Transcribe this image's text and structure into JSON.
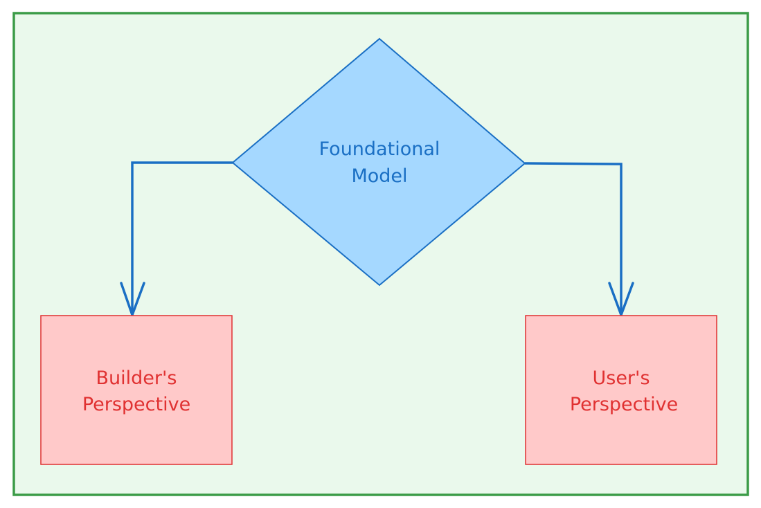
{
  "diagram": {
    "nodes": {
      "foundational_model": {
        "lines": [
          "Foundational",
          "Model"
        ]
      },
      "builder_perspective": {
        "lines": [
          "Builder's",
          "Perspective"
        ]
      },
      "user_perspective": {
        "lines": [
          "User's",
          "Perspective"
        ]
      }
    },
    "colors": {
      "frame_stroke": "#3c9c48",
      "frame_fill": "#eaf9ec",
      "decision_fill": "#a5d8ff",
      "decision_stroke": "#1a6fc4",
      "decision_text": "#1a6fc4",
      "box_fill": "#ffc9c9",
      "box_stroke": "#e03131",
      "box_text": "#e03131",
      "arrow": "#1a6fc4"
    }
  }
}
